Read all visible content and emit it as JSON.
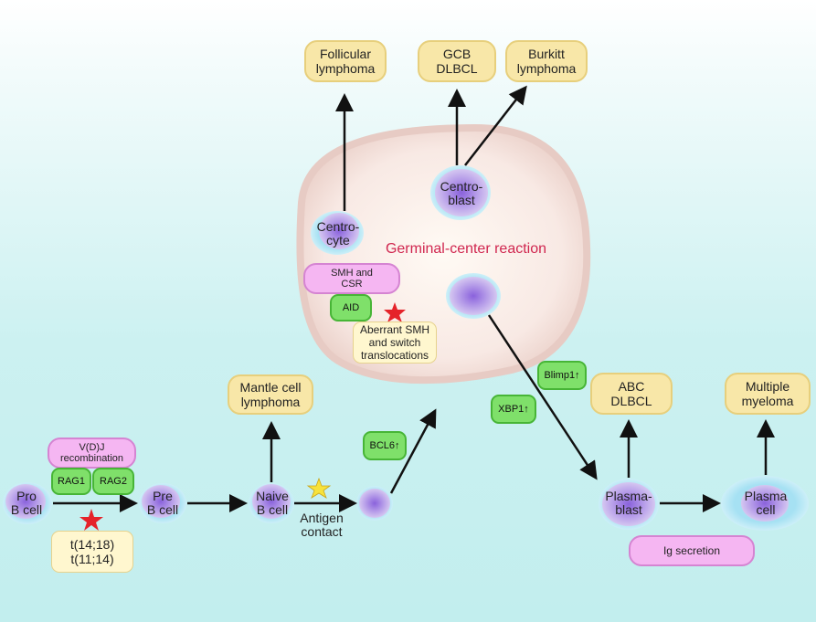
{
  "lymphomas": {
    "follicular": "Follicular\nlymphoma",
    "gcb": "GCB\nDLBCL",
    "burkitt": "Burkitt\nlymphoma",
    "mantle": "Mantle cell\nlymphoma",
    "abc": "ABC\nDLBCL",
    "myeloma": "Multiple\nmyeloma"
  },
  "cells": {
    "pro_b": "Pro\nB cell",
    "pre_b": "Pre\nB cell",
    "naive_b": "Naive\nB cell",
    "centrocyte": "Centro-\ncyte",
    "centroblast": "Centro-\nblast",
    "plasmablast": "Plasma-\nblast",
    "plasma_cell": "Plasma\ncell"
  },
  "germinal_center": {
    "title": "Germinal-center reaction",
    "smh_csr": "SMH and\nCSR",
    "aid": "AID",
    "aberrant": "Aberrant SMH\nand switch\ntranslocations"
  },
  "genes": {
    "rag1": "RAG1",
    "rag2": "RAG2",
    "bcl6": "BCL6↑",
    "blimp1": "Blimp1↑",
    "xbp1": "XBP1↑"
  },
  "labels": {
    "vdj": "V(D)J\nrecombination",
    "translocations": "t(14;18)\nt(11;14)",
    "antigen": "Antigen\ncontact",
    "ig_secretion": "Ig secretion"
  },
  "colors": {
    "cell_core": "#a78ae6",
    "cell_halo": "#9edbf0",
    "lymphoma_fill": "#f8e7a8",
    "gene_fill": "#7fe06a",
    "pill_fill": "#f5b6f2",
    "title_red": "#d0264f",
    "star_red": "#e5232a",
    "star_yellow": "#f7e23b"
  }
}
